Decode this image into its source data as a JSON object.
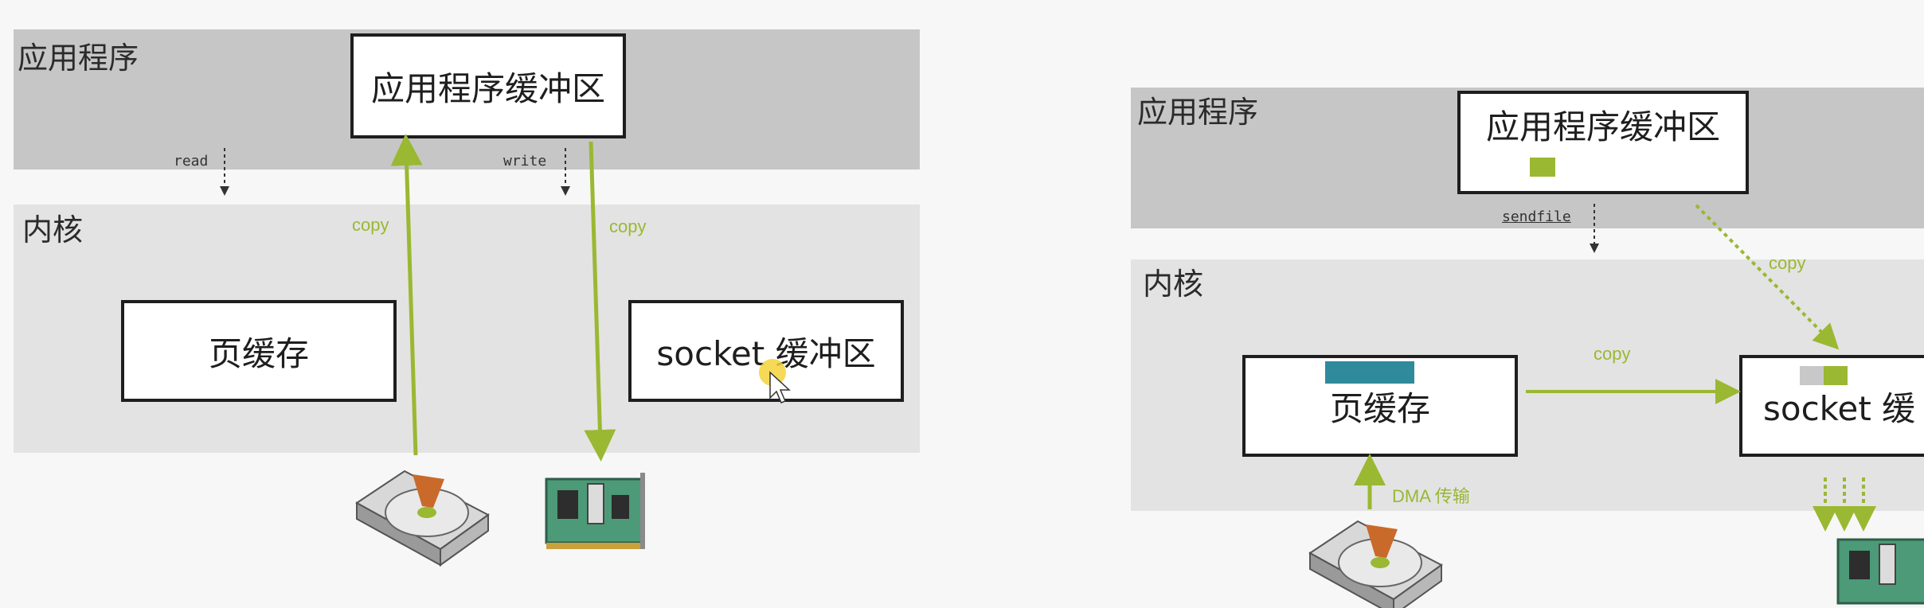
{
  "left": {
    "layer_app": "应用程序",
    "layer_kernel": "内核",
    "app_buffer": "应用程序缓冲区",
    "page_cache": "页缓存",
    "socket_buffer": "socket 缓冲区",
    "read_label": "read",
    "write_label": "write",
    "copy_up": "copy",
    "copy_down": "copy"
  },
  "right": {
    "layer_app": "应用程序",
    "layer_kernel": "内核",
    "app_buffer": "应用程序缓冲区",
    "page_cache": "页缓存",
    "socket_buffer": "socket 缓",
    "sendfile_label": "sendfile",
    "copy_diag": "copy",
    "copy_right": "copy",
    "dma_label": "DMA 传输"
  },
  "colors": {
    "accent_green": "#9ab832",
    "teal": "#2f8a9c",
    "app_band": "#c6c6c6",
    "kernel_band": "#e3e3e3"
  }
}
